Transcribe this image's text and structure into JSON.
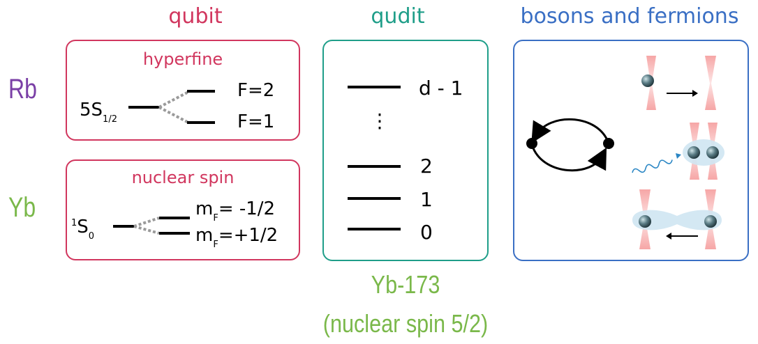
{
  "headers": {
    "qubit": "qubit",
    "qudit": "qudit",
    "bosons": "bosons and fermions"
  },
  "rows": {
    "rb": "Rb",
    "yb": "Yb"
  },
  "hyperfine": {
    "title": "hyperfine",
    "state_base": "5S",
    "state_sub": "1/2",
    "upper": "F=2",
    "lower": "F=1"
  },
  "nuclear": {
    "title": "nuclear spin",
    "state_sup": "1",
    "state_base": "S",
    "state_sub": "0",
    "upper_m": "m",
    "upper_sub": "F",
    "upper_val": "= -1/2",
    "lower_m": "m",
    "lower_sub": "F",
    "lower_val": "=+1/2"
  },
  "qudit_levels": {
    "top": "d - 1",
    "ellipsis": "⋮",
    "l2": "2",
    "l1": "1",
    "l0": "0"
  },
  "isotope": {
    "name": "Yb-173",
    "detail": "(nuclear spin 5/2)"
  },
  "colors": {
    "qubit": "#d1365e",
    "qudit": "#1f9e89",
    "bosons": "#3a6fc4",
    "rb": "#7a3fa6",
    "yb": "#7ab84a"
  },
  "icons": [
    "exchange-arrows-icon",
    "tweezer-move-icon",
    "photon-excitation-icon",
    "tweezer-merge-icon"
  ]
}
